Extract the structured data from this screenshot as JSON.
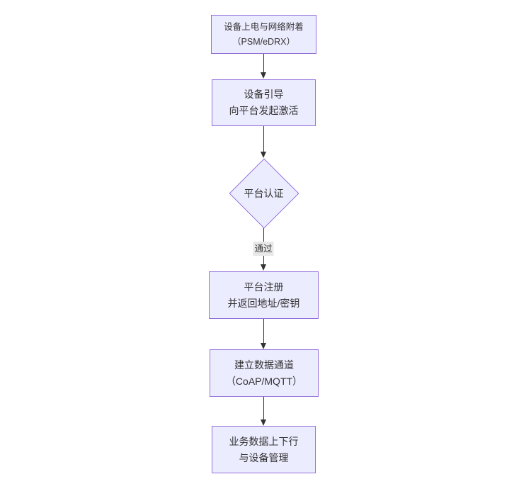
{
  "diagram": {
    "type": "flowchart",
    "direction": "top-down",
    "colors": {
      "background": "#ffffff",
      "node_fill": "#ECECFF",
      "node_border": "#9370DB",
      "text": "#333333",
      "edge": "#333333",
      "edge_label_bg": "#e8e8e8"
    },
    "nodes": [
      {
        "id": "A",
        "shape": "rect",
        "line1": "设备上电与网络附着",
        "line2": "（PSM/eDRX）"
      },
      {
        "id": "B",
        "shape": "rect",
        "line1": "设备引导",
        "line2": "向平台发起激活"
      },
      {
        "id": "C",
        "shape": "diamond",
        "line1": "平台认证",
        "line2": ""
      },
      {
        "id": "D",
        "shape": "rect",
        "line1": "平台注册",
        "line2": "并返回地址/密钥"
      },
      {
        "id": "E",
        "shape": "rect",
        "line1": "建立数据通道",
        "line2": "（CoAP/MQTT）"
      },
      {
        "id": "F",
        "shape": "rect",
        "line1": "业务数据上下行",
        "line2": "与设备管理"
      }
    ],
    "edges": [
      {
        "from": "A",
        "to": "B",
        "label": ""
      },
      {
        "from": "B",
        "to": "C",
        "label": ""
      },
      {
        "from": "C",
        "to": "D",
        "label": "通过"
      },
      {
        "from": "D",
        "to": "E",
        "label": ""
      },
      {
        "from": "E",
        "to": "F",
        "label": ""
      }
    ]
  }
}
